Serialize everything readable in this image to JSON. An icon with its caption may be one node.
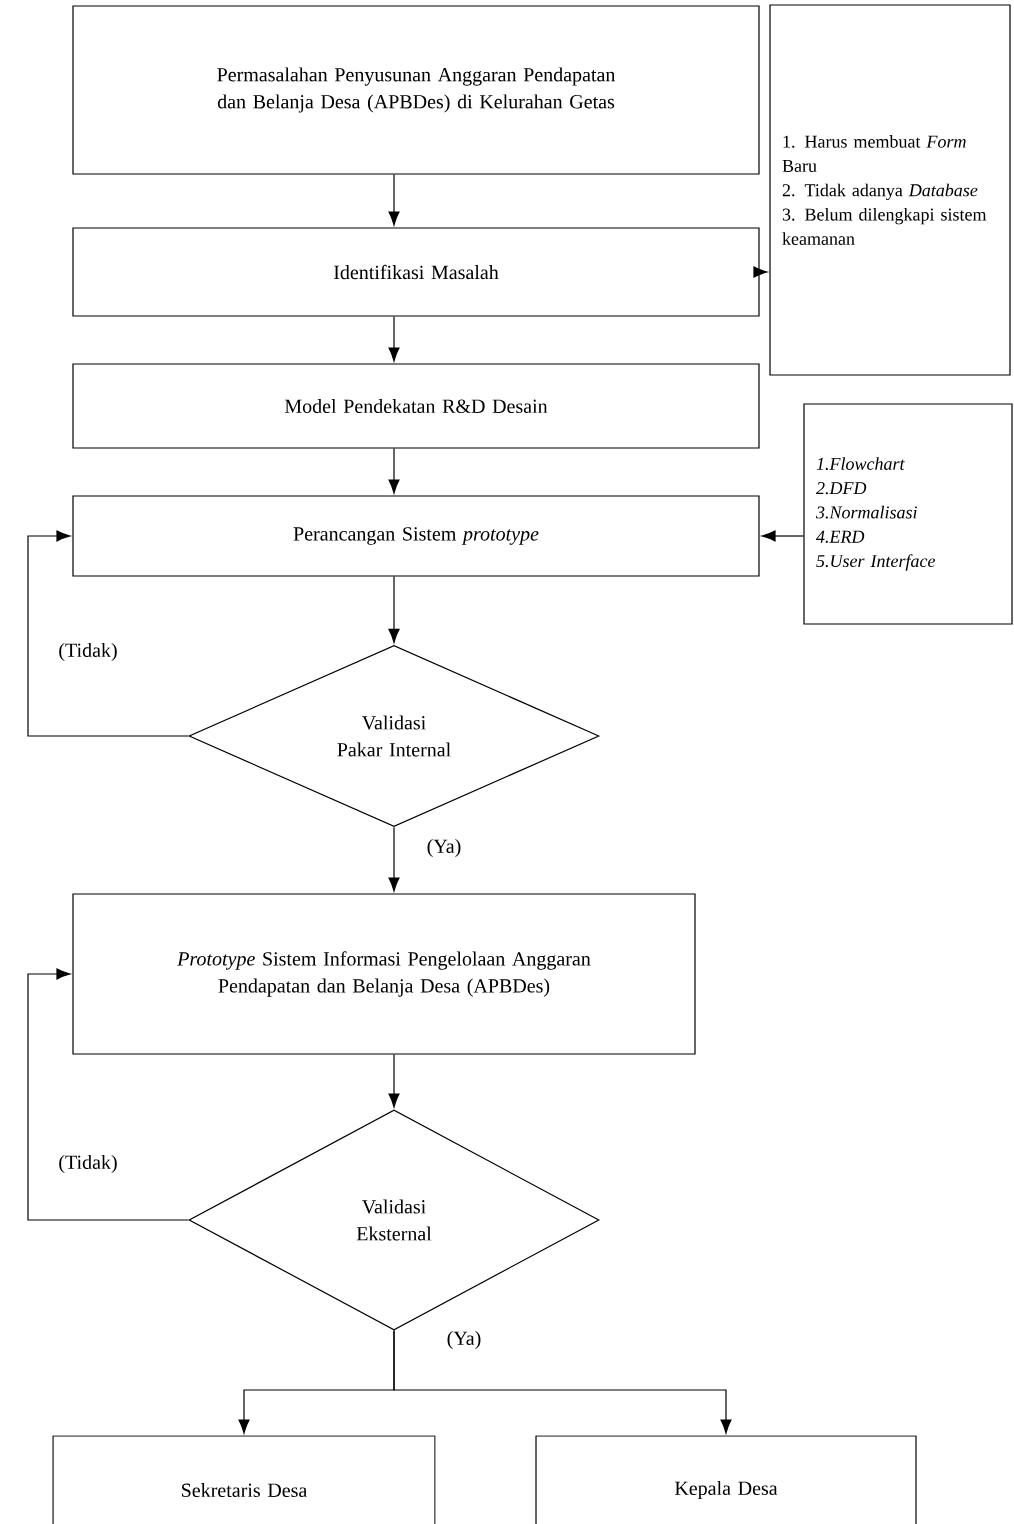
{
  "diagram": {
    "nodes": [
      {
        "text": [
          "Permasalahan Penyusunan Anggaran Pendapatan dan Belanja Desa (APBDes) di Kelurahan Getas"
        ]
      },
      {
        "text": [
          "Identifikasi Masalah"
        ]
      },
      {
        "text": [
          "1. Harus membuat *Form* Baru",
          "2. Tidak adanya *Database*",
          "3. Belum dilengkapi sistem keamanan"
        ]
      },
      {
        "text": [
          "Model Pendekatan R&D Desain"
        ]
      },
      {
        "text": [
          "Perancangan Sistem *prototype*"
        ]
      },
      {
        "text": [
          "1.Flowchart",
          "2.DFD",
          "3.Normalisasi",
          "4.ERD",
          "5.User Interface"
        ]
      },
      {
        "text": [
          "Validasi Pakar Internal"
        ]
      },
      {
        "text": [
          "*Prototype* Sistem Informasi Pengelolaan Anggaran Pendapatan dan Belanja Desa (APBDes)"
        ]
      },
      {
        "text": [
          "Validasi Eksternal"
        ]
      },
      {
        "text": [
          "Sekretaris Desa"
        ]
      },
      {
        "text": [
          "Kepala Desa"
        ]
      }
    ],
    "edges": [
      {
        "from": 0,
        "to": 1,
        "arrow": "to"
      },
      {
        "from": 1,
        "to": 2,
        "arrow": "to"
      },
      {
        "from": 1,
        "to": 3,
        "arrow": "to"
      },
      {
        "from": 3,
        "to": 4,
        "arrow": "to"
      },
      {
        "from": 5,
        "to": 4,
        "arrow": "to"
      },
      {
        "from": 4,
        "to": 6,
        "arrow": "to"
      },
      {
        "from": 6,
        "to": 4,
        "arrow": "to",
        "label": "(Tidak)"
      },
      {
        "from": 6,
        "to": 7,
        "arrow": "to",
        "label": "(Ya)"
      },
      {
        "from": 7,
        "to": 8,
        "arrow": "to"
      },
      {
        "from": 8,
        "to": 7,
        "arrow": "to",
        "label": "(Tidak)"
      },
      {
        "from": 8,
        "to": 9,
        "arrow": "to",
        "label": "(Ya)"
      },
      {
        "from": 8,
        "to": 10,
        "arrow": "to"
      }
    ]
  }
}
